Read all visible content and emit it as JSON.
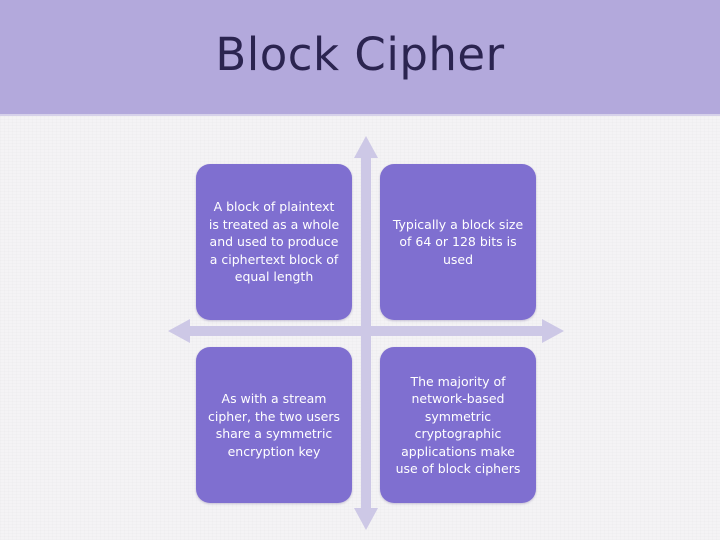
{
  "slide": {
    "title": "Block Cipher",
    "colors": {
      "title_band": "#b3a9dc",
      "box_fill": "#7f6fd0",
      "arrow_fill": "#cdc8e6",
      "title_text": "#2b2450"
    }
  },
  "boxes": {
    "top_left": "A block of plaintext is treated as a whole and used to produce a ciphertext block of equal length",
    "top_right": "Typically a block size of 64 or 128 bits is used",
    "bottom_left": "As with a stream cipher,  the two users share a symmetric encryption key",
    "bottom_right": "The majority of network-based symmetric cryptographic applications make use of block ciphers"
  }
}
